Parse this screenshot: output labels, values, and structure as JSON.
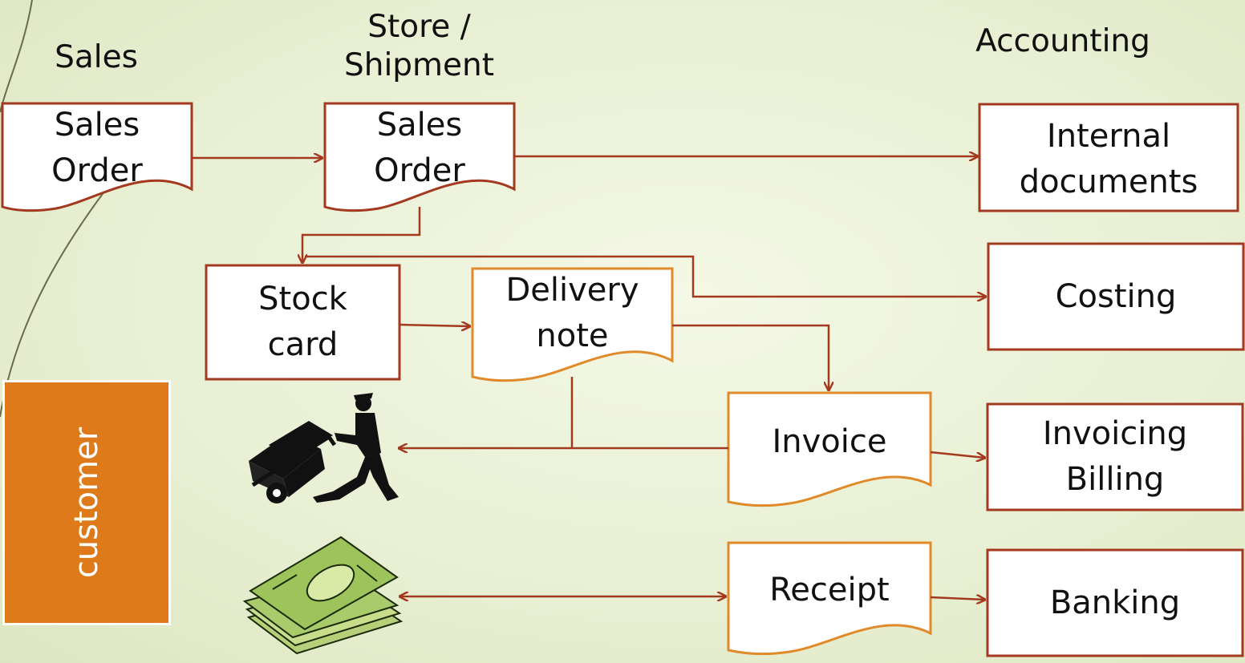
{
  "lanes": {
    "sales": "Sales",
    "store_shipment": "Store /\nShipment",
    "accounting": "Accounting"
  },
  "nodes": {
    "sales_order_1": "Sales\nOrder",
    "sales_order_2": "Sales\nOrder",
    "stock_card": "Stock\ncard",
    "delivery_note": "Delivery\nnote",
    "invoice": "Invoice",
    "receipt": "Receipt",
    "internal_documents": "Internal\ndocuments",
    "costing": "Costing",
    "invoicing_billing": "Invoicing\nBilling",
    "banking": "Banking"
  },
  "customer": "customer",
  "colors": {
    "dark_red": "#a33a1f",
    "orange": "#de7a19",
    "document_orange_border": "#e08a2a"
  },
  "icons": [
    "delivery-man-icon",
    "money-stack-icon"
  ]
}
